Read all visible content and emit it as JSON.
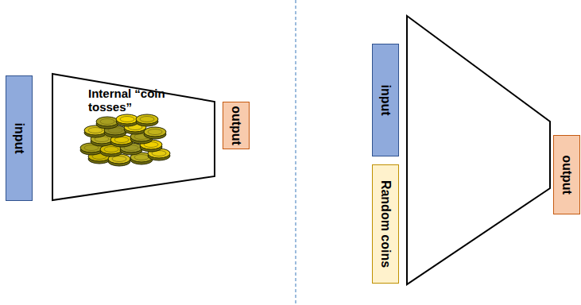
{
  "diagram": {
    "nodes": [
      {
        "text": [
          "input"
        ]
      },
      {
        "text": [
          "Internal “coin tosses”"
        ]
      },
      {
        "text": [
          "output"
        ]
      },
      {
        "text": [
          "input"
        ]
      },
      {
        "text": [
          "Random coins"
        ]
      },
      {
        "text": [
          "output"
        ]
      }
    ]
  }
}
